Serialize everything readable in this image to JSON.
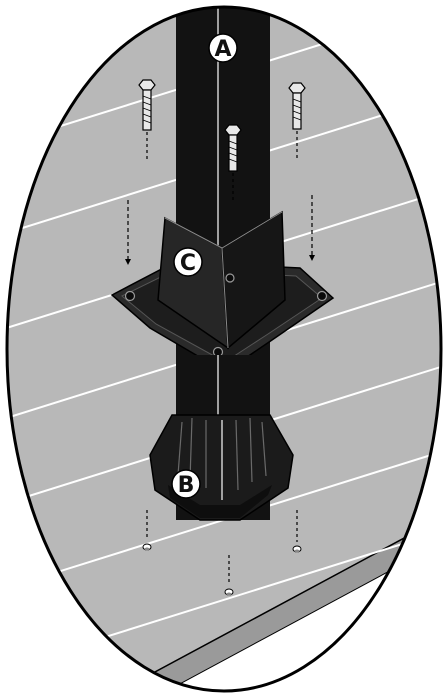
{
  "colors": {
    "deck": "#b8b8b8",
    "deck_line": "#ffffff",
    "post": "#121212",
    "hardware": "#232323",
    "outline": "#000000",
    "background": "#ffffff",
    "label_bg": "#ffffff"
  },
  "labels": {
    "post": "A",
    "base_trim": "B",
    "mounting_bracket": "C"
  },
  "icons": {
    "lag_bolt": "lag-bolt-icon",
    "fastener_hole": "fastener-hole-icon",
    "direction_arrow": "down-arrow-icon"
  }
}
